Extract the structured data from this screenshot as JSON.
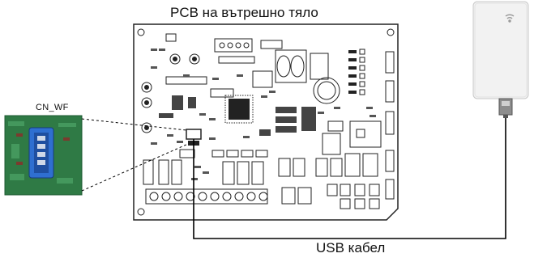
{
  "diagram": {
    "pcb_title": "PCB на вътрешно тяло",
    "connector_label": "CN_WF",
    "cable_label": "USB кабел"
  },
  "colors": {
    "line": "#000000",
    "board_outline": "#222222",
    "photo_green": "#2f7a45",
    "connector_blue": "#2f6fd0",
    "module_white": "#f2f2f2",
    "wifi_icon": "#9a9a9a"
  },
  "icons": {
    "module": "wifi-icon",
    "plug": "usb-plug-icon"
  }
}
